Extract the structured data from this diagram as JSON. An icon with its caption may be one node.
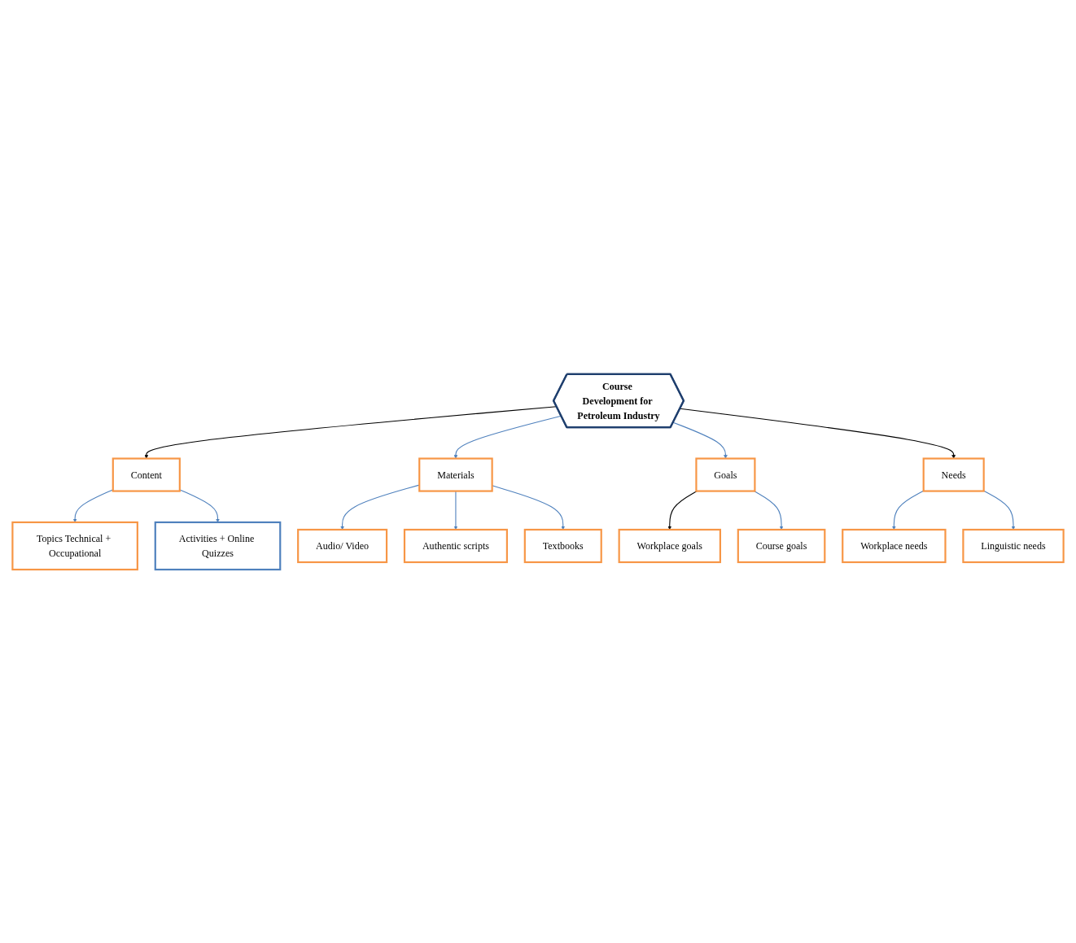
{
  "diagram": {
    "nodes": [
      {
        "text": [
          "Topics Technical + Occupational"
        ]
      },
      {
        "text": [
          "Activities + Online Quizzes"
        ]
      },
      {
        "text": [
          "Audio/ Video"
        ]
      },
      {
        "text": [
          "Authentic scripts"
        ]
      },
      {
        "text": [
          "Textbooks"
        ]
      },
      {
        "text": [
          "Content"
        ]
      },
      {
        "text": [
          "Materials"
        ]
      },
      {
        "text": [
          "Course Development for Petroleum Industry"
        ]
      },
      {
        "text": [
          "Goals"
        ]
      },
      {
        "text": [
          "Needs"
        ]
      },
      {
        "text": [
          "Workplace goals"
        ]
      },
      {
        "text": [
          "Course goals"
        ]
      },
      {
        "text": [
          "Workplace needs"
        ]
      },
      {
        "text": [
          "Linguistic needs"
        ]
      }
    ],
    "edges": [
      {
        "from": 7,
        "to": 5,
        "arrow": "to",
        "color": "#000000"
      },
      {
        "from": 7,
        "to": 6,
        "arrow": "to"
      },
      {
        "from": 7,
        "to": 8,
        "arrow": "to"
      },
      {
        "from": 7,
        "to": 9,
        "arrow": "to",
        "color": "#000000"
      },
      {
        "from": 5,
        "to": 0,
        "arrow": "to"
      },
      {
        "from": 5,
        "to": 1,
        "arrow": "to"
      },
      {
        "from": 6,
        "to": 2,
        "arrow": "to"
      },
      {
        "from": 6,
        "to": 3,
        "arrow": "to"
      },
      {
        "from": 6,
        "to": 4,
        "arrow": "to"
      },
      {
        "from": 8,
        "to": 10,
        "arrow": "to",
        "color": "#000000"
      },
      {
        "from": 8,
        "to": 11,
        "arrow": "to"
      },
      {
        "from": 9,
        "to": 12,
        "arrow": "to"
      },
      {
        "from": 9,
        "to": 13,
        "arrow": "to"
      }
    ]
  }
}
